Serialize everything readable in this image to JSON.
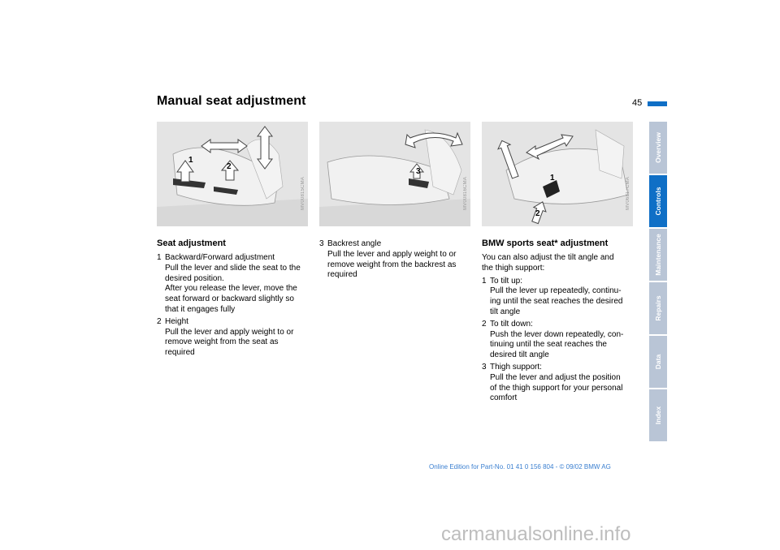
{
  "page": {
    "title": "Manual seat adjustment",
    "number": "45",
    "footer": "Online Edition for Part-No. 01 41 0 156 804 - © 09/02 BMW AG",
    "watermark": "carmanualsonline.info"
  },
  "colors": {
    "accent": "#0f6fc6",
    "tab_inactive": "#b9c5d6",
    "footer_text": "#3a7fd0"
  },
  "figures": [
    {
      "code": "MV00815CMA",
      "callouts": [
        "1",
        "2"
      ]
    },
    {
      "code": "MV00816CMA",
      "callouts": [
        "3"
      ]
    },
    {
      "code": "MV06817CMA",
      "callouts": [
        "1",
        "2"
      ]
    }
  ],
  "seat_adjustment": {
    "heading": "Seat adjustment",
    "items": [
      {
        "num": "1",
        "lines": [
          "Backward/Forward adjustment",
          "Pull the lever and slide the seat to the",
          "desired position.",
          "After you release the lever, move the",
          "seat forward or backward slightly so",
          "that it engages fully"
        ]
      },
      {
        "num": "2",
        "lines": [
          "Height",
          "Pull the lever and apply weight to or",
          "remove weight from the seat as",
          "required"
        ]
      }
    ],
    "items_col2": [
      {
        "num": "3",
        "lines": [
          "Backrest angle",
          "Pull the lever and apply weight to or",
          "remove weight from the backrest as",
          "required"
        ]
      }
    ]
  },
  "sports_seat": {
    "heading": "BMW sports seat* adjustment",
    "intro": [
      "You can also adjust the tilt angle and",
      "the thigh support:"
    ],
    "items": [
      {
        "num": "1",
        "lines": [
          "To tilt up:",
          "Pull the lever up repeatedly, continu-",
          "ing until the seat reaches the desired",
          "tilt angle"
        ]
      },
      {
        "num": "2",
        "lines": [
          "To tilt down:",
          "Push the lever down repeatedly, con-",
          "tinuing until the seat reaches the",
          "desired tilt angle"
        ]
      },
      {
        "num": "3",
        "lines": [
          "Thigh support:",
          "Pull the lever and adjust the position",
          "of the thigh support for your personal",
          "comfort"
        ]
      }
    ]
  },
  "side_tabs": [
    {
      "label": "Overview",
      "active": false
    },
    {
      "label": "Controls",
      "active": true
    },
    {
      "label": "Maintenance",
      "active": false
    },
    {
      "label": "Repairs",
      "active": false
    },
    {
      "label": "Data",
      "active": false
    },
    {
      "label": "Index",
      "active": false
    }
  ]
}
